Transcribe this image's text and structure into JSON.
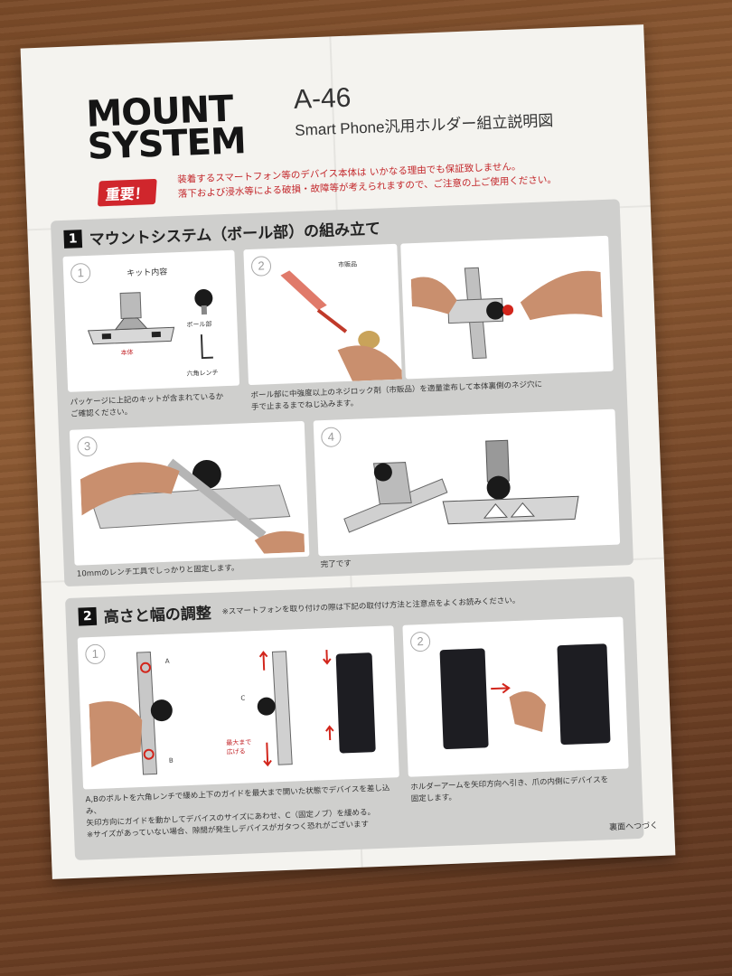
{
  "header": {
    "brand_line1": "MOUNT",
    "brand_line2": "SYSTEM",
    "model": "A-46",
    "subtitle": "Smart Phone汎用ホルダー組立説明図"
  },
  "notice": {
    "badge": "重要！",
    "line1": "装着するスマートフォン等のデバイス本体は いかなる理由でも保証致しません。",
    "line2": "落下および浸水等による破損・故障等が考えられますので、ご注意の上ご使用ください。"
  },
  "section1": {
    "number": "1",
    "title": "マウントシステム（ボール部）の組み立て",
    "step1": {
      "num": "1",
      "kit_title": "キット内容",
      "label_ball": "ボール部",
      "label_main": "本体",
      "label_wrench": "六角レンチ",
      "caption_line1": "パッケージに上記のキットが含まれているか",
      "caption_line2": "ご確認ください。"
    },
    "step2": {
      "num": "2",
      "label_commercial": "市販品",
      "caption_line1": "ボール部に中強度以上のネジロック剤（市販品）を適量塗布して本体裏側のネジ穴に",
      "caption_line2": "手で止まるまでねじ込みます。"
    },
    "step3": {
      "num": "3",
      "caption": "10mmのレンチ工具でしっかりと固定します。"
    },
    "step4": {
      "num": "4",
      "caption": "完了です"
    }
  },
  "section2": {
    "number": "2",
    "title": "高さと幅の調整",
    "note": "※スマートフォンを取り付けの際は下記の取付け方法と注意点をよくお読みください。",
    "step1": {
      "num": "1",
      "label_a": "A",
      "label_b": "B",
      "label_c": "C",
      "label_max_line1": "最大まで",
      "label_max_line2": "広げる",
      "caption_line1": "A,Bのボルトを六角レンチで緩め上下のガイドを最大まで開いた状態でデバイスを差し込み、",
      "caption_line2": "矢印方向にガイドを動かしてデバイスのサイズにあわせ、C（固定ノブ）を緩める。",
      "caption_line3": "※サイズがあっていない場合、隙間が発生しデバイスがガタつく恐れがございます"
    },
    "step2": {
      "num": "2",
      "caption_line1": "ホルダーアームを矢印方向へ引き、爪の内側にデバイスを",
      "caption_line2": "固定します。"
    }
  },
  "footer": {
    "next": "裏面へつづく"
  },
  "colors": {
    "warning_red": "#c3262a",
    "badge_red": "#d0262c",
    "panel_gray": "#cfcfcd"
  }
}
